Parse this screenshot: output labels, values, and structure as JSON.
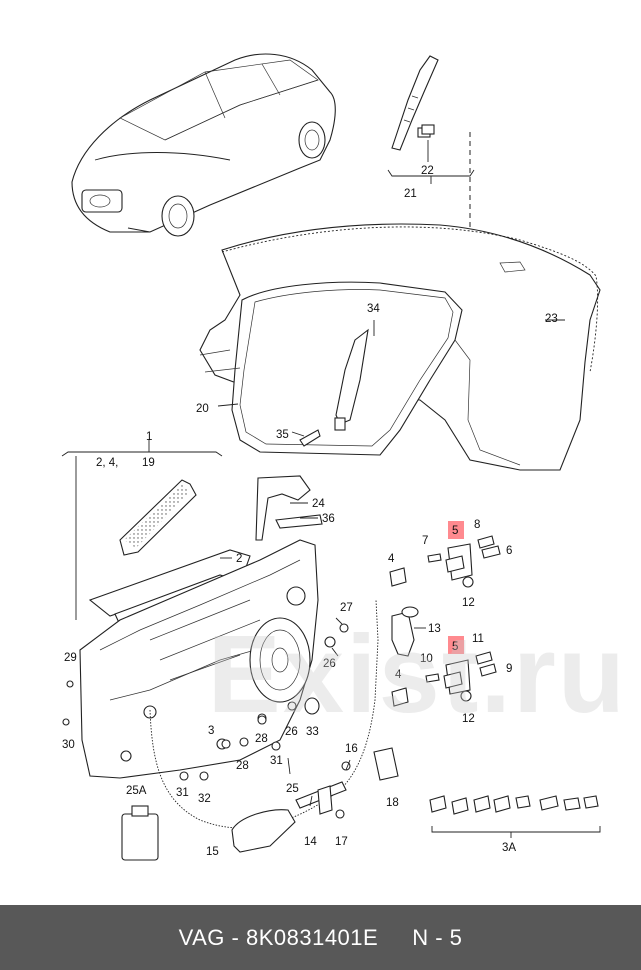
{
  "diagram": {
    "callouts": {
      "c21": "21",
      "c22": "22",
      "c23": "23",
      "c34": "34",
      "c20": "20",
      "c35": "35",
      "c1": "1",
      "c2_4": "2,  4,",
      "c19": "19",
      "c24": "24",
      "c36": "36",
      "c2": "2",
      "c5a": "5",
      "c7": "7",
      "c8": "8",
      "c6": "6",
      "c4a": "4",
      "c12a": "12",
      "c27": "27",
      "c13": "13",
      "c29": "29",
      "c26a": "26",
      "c5b": "5",
      "c11": "11",
      "c10": "10",
      "c9": "9",
      "c4b": "4",
      "c12b": "12",
      "c30": "30",
      "c3": "3",
      "c28a": "28",
      "c26b": "26",
      "c33": "33",
      "c28b": "28",
      "c16": "16",
      "c31a": "31",
      "c31b": "31",
      "c25": "25",
      "c18": "18",
      "c25A": "25A",
      "c32": "32",
      "c14": "14",
      "c17": "17",
      "c15": "15",
      "c3A": "3A"
    },
    "highlight_color": "#ff8a8f",
    "watermark": "Exist.ru"
  },
  "footer": {
    "part_ref": "VAG - 8K0831401E",
    "page": "N - 5",
    "background": "#585858"
  }
}
